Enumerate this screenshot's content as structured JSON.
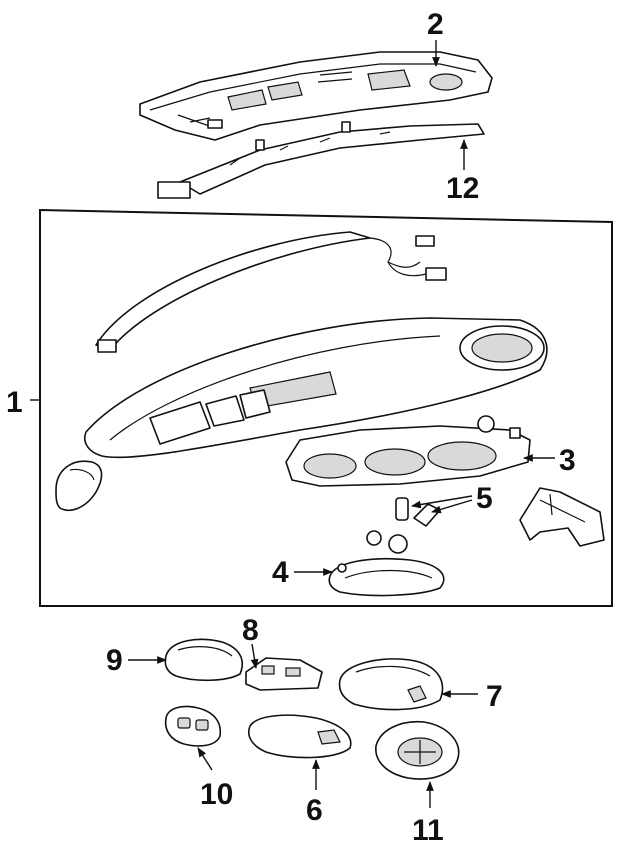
{
  "callouts": {
    "c1": "1",
    "c2": "2",
    "c3": "3",
    "c4": "4",
    "c5": "5",
    "c6": "6",
    "c7": "7",
    "c8": "8",
    "c9": "9",
    "c10": "10",
    "c11": "11",
    "c12": "12"
  },
  "colors": {
    "line": "#111111",
    "background": "#ffffff",
    "shade": "#d9d9d9"
  }
}
